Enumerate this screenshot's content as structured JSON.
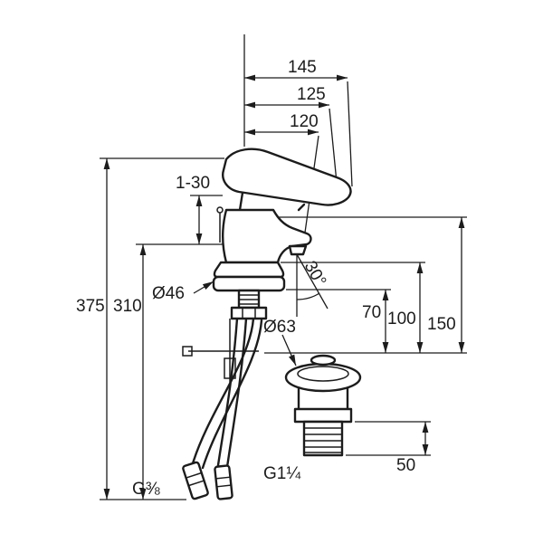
{
  "drawing": {
    "background_color": "#ffffff",
    "line_color": "#1c1c1c",
    "labels": {
      "reach_overall": "145",
      "reach_mid": "125",
      "spout_reach": "120",
      "clamp_range": "1-30",
      "height_total": "375",
      "height_under_deck": "310",
      "base_diameter": "Ø46",
      "drain_flange_diameter": "Ø63",
      "spout_angle": "30°",
      "spout_height": "70",
      "mid_height": "100",
      "overall_height": "150",
      "drain_thread_length": "50",
      "supply_connection_thread": "G⅜",
      "drain_connection_thread": "G1¼"
    }
  }
}
